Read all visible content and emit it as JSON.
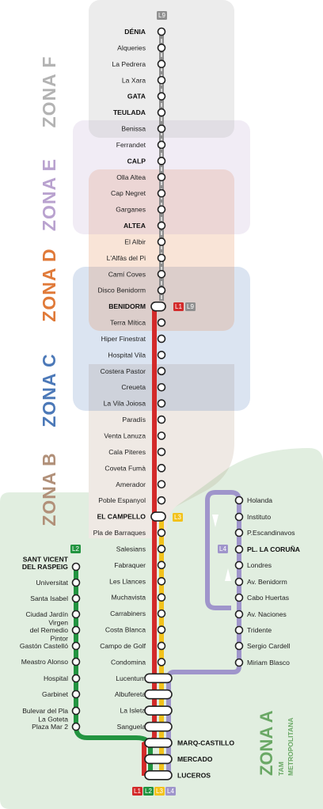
{
  "zones": [
    {
      "label": "ZONA F",
      "color": "#b3b3b3"
    },
    {
      "label": "ZONA E",
      "color": "#b9a2cf"
    },
    {
      "label": "ZONA D",
      "color": "#e07a39"
    },
    {
      "label": "ZONA C",
      "color": "#4c79b8"
    },
    {
      "label": "ZONA B",
      "color": "#b19079"
    }
  ],
  "zone_a": {
    "label": "ZONA A",
    "sub1": "TAM",
    "sub2": "METROPOLITANA",
    "color": "#6aa865"
  },
  "lines": {
    "L1": {
      "label": "L1",
      "color": "#d32a2a"
    },
    "L2": {
      "label": "L2",
      "color": "#229440"
    },
    "L3": {
      "label": "L3",
      "color": "#f2c21b"
    },
    "L4": {
      "label": "L4",
      "color": "#9f95cb"
    },
    "L9": {
      "label": "L9",
      "color": "#8f8f8f"
    }
  },
  "main_stations": [
    "DÉNIA",
    "Alqueries",
    "La Pedrera",
    "La Xara",
    "GATA",
    "TEULADA",
    "Benissa",
    "Ferrandet",
    "CALP",
    "Olla Altea",
    "Cap Negret",
    "Garganes",
    "ALTEA",
    "El Albir",
    "L'Alfàs del Pi",
    "Camí Coves",
    "Disco Benidorm",
    "BENIDORM",
    "Terra Mítica",
    "Hiper Finestrat",
    "Hospital Vila",
    "Costera Pastor",
    "Creueta",
    "La Vila Joiosa",
    "Paradís",
    "Venta Lanuza",
    "Cala Piteres",
    "Coveta Fumà",
    "Amerador",
    "Poble Espanyol",
    "EL CAMPELLO",
    "Pla de Barraques",
    "Salesians",
    "Fabraquer",
    "Les Llances",
    "Muchavista",
    "Carrabiners",
    "Costa Blanca",
    "Campo de Golf",
    "Condomina",
    "Lucentum",
    "Albufereta",
    "La Isleta",
    "Sanguela",
    "MARQ-CASTILLO",
    "MERCADO",
    "LUCEROS"
  ],
  "l2_stations": [
    "SANT VICENT\nDEL RASPEIG",
    "Universitat",
    "Santa Isabel",
    "Ciudad Jardín",
    "Virgen\ndel Remedio",
    "Pintor\nGastón Castelló",
    "Meastro Alonso",
    "Hospital",
    "Garbinet",
    "Bulevar del Pla",
    "La Goteta\nPlaza Mar 2"
  ],
  "l4_stations": [
    "Holanda",
    "Instituto",
    "P.Escandinavos",
    "PL. LA CORUÑA",
    "Londres",
    "Av. Benidorm",
    "Cabo Huertas",
    "Av. Naciones",
    "Tridente",
    "Sergio Cardell",
    "Miriam Blasco"
  ],
  "badges": {
    "top": [
      "L9"
    ],
    "benidorm": [
      "L1",
      "L9"
    ],
    "campello": [
      "L3"
    ],
    "l2": [
      "L2"
    ],
    "l4": [
      "L4"
    ],
    "bottom": [
      "L1",
      "L2",
      "L3",
      "L4"
    ]
  }
}
